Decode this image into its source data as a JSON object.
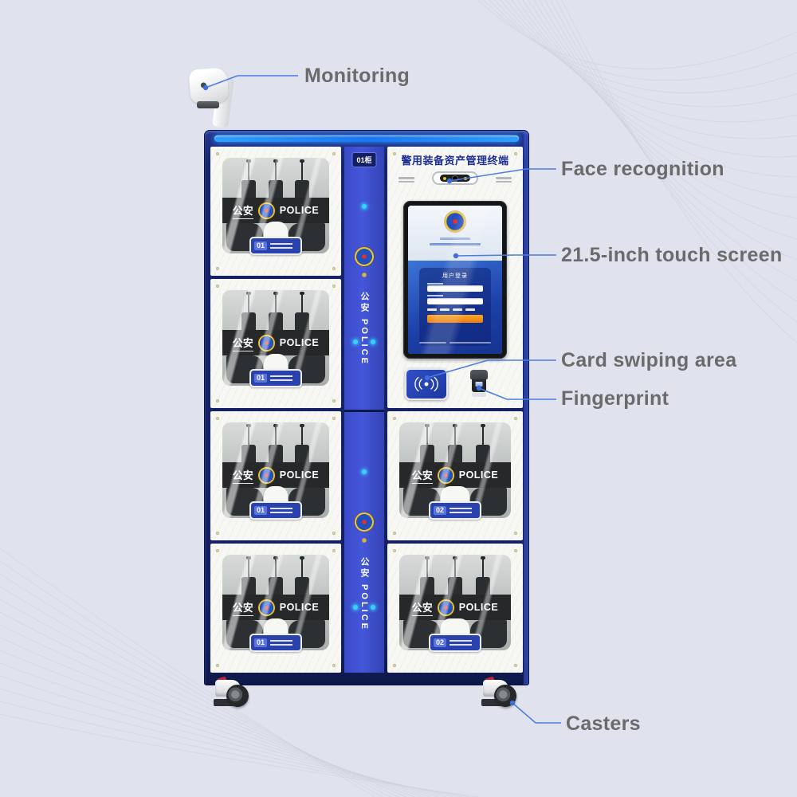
{
  "page": {
    "background": "#e0e3ee",
    "wave_line_color": "#cdd2e0"
  },
  "annotations": [
    {
      "label": "Monitoring"
    },
    {
      "label": "Face recognition"
    },
    {
      "label": "21.5-inch touch screen"
    },
    {
      "label": "Card swiping area"
    },
    {
      "label": "Fingerprint"
    },
    {
      "label": "Casters"
    }
  ],
  "machine": {
    "header_title": "警用装备资产管理终端",
    "cabinet_badge": "01柜",
    "side_text": "公安 POLICE",
    "door": {
      "cn": "公安",
      "en": "POLICE",
      "numbers": [
        "01",
        "01",
        "01",
        "01",
        "02",
        "02"
      ]
    },
    "screen": {
      "login_title": "用户登录"
    },
    "colors": {
      "frame_navy": "#17246c",
      "pillar_blue": "#4456da",
      "light_bar": "#1e8fff",
      "door_white": "#f7f8f3",
      "login_button_orange": "#ef7c12",
      "callout_line": "#4d7de2",
      "annotation_text": "#6b6b6b",
      "led_cyan": "#35d2ff"
    }
  }
}
